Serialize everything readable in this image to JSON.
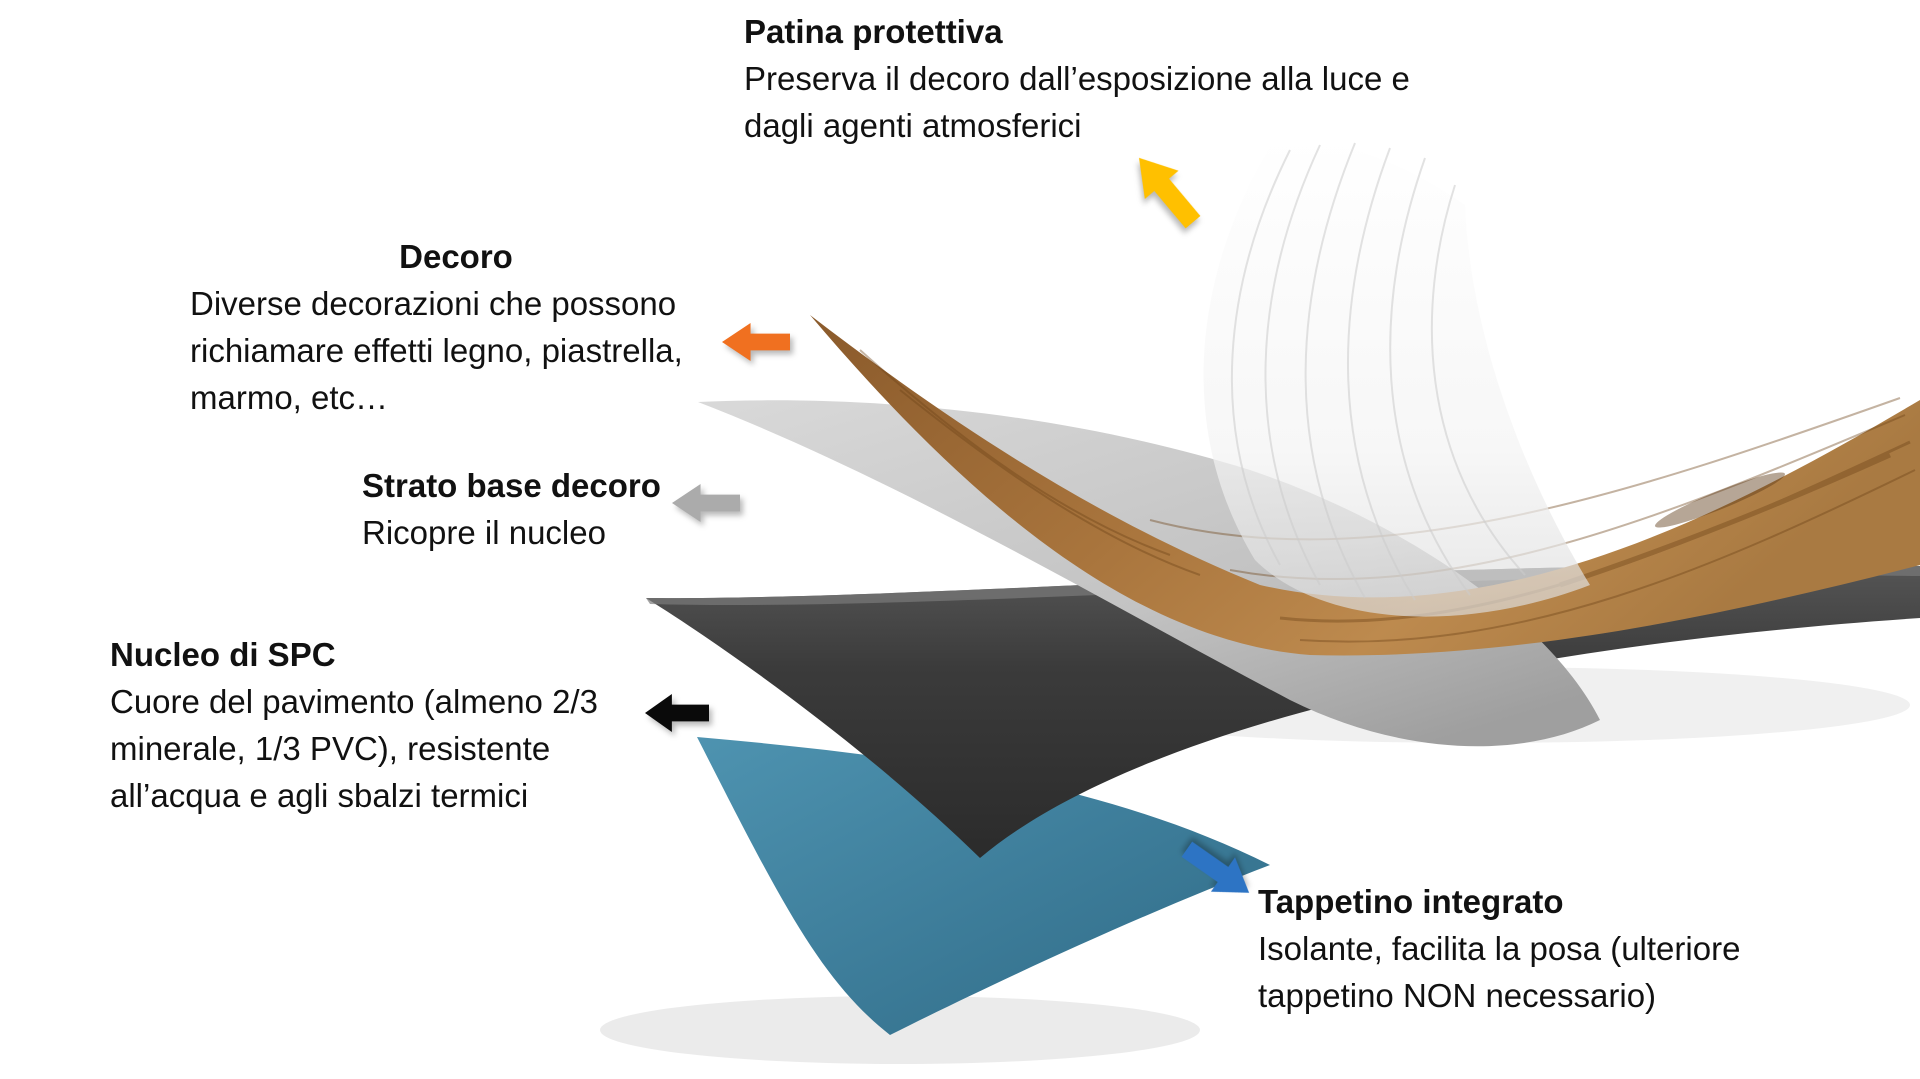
{
  "diagram": {
    "subject": "SPC flooring layer structure",
    "annotations": {
      "patina": {
        "title": "Patina protettiva",
        "line1": "Preserva il decoro dall’esposizione alla luce e",
        "line2": "dagli agenti atmosferici",
        "arrow": {
          "name": "yellow-arrow",
          "color": "#FFC000",
          "direction": "up-left"
        }
      },
      "decoro": {
        "title": "Decoro",
        "line1": "Diverse decorazioni che possono",
        "line2": "richiamare effetti legno, piastrella,",
        "line3": "marmo, etc…",
        "arrow": {
          "name": "orange-arrow",
          "color": "#F07020",
          "direction": "left"
        }
      },
      "strato": {
        "title": "Strato base decoro",
        "line1": "Ricopre il nucleo",
        "arrow": {
          "name": "gray-arrow",
          "color": "#ABABAB",
          "direction": "left"
        }
      },
      "nucleo": {
        "title": "Nucleo di SPC",
        "line1": "Cuore del pavimento (almeno 2/3",
        "line2": "minerale, 1/3 PVC), resistente",
        "line3": "all’acqua e agli sbalzi termici",
        "arrow": {
          "name": "black-arrow",
          "color": "#0A0A0A",
          "direction": "left"
        }
      },
      "tappetino": {
        "title": "Tappetino integrato",
        "line1": "Isolante, facilita la posa (ulteriore",
        "line2": "tappetino NON necessario)",
        "arrow": {
          "name": "blue-arrow",
          "color": "#2D74C4",
          "direction": "down-right"
        }
      }
    },
    "layers": [
      {
        "name": "patina-film",
        "color": "#F2F2F2"
      },
      {
        "name": "decoro-wood",
        "color": "#A8743C"
      },
      {
        "name": "strato-base",
        "color": "#C6C6C6"
      },
      {
        "name": "nucleo-spc",
        "color": "#3B3B3B"
      },
      {
        "name": "tappetino-mat",
        "color": "#3E7E9B"
      }
    ]
  }
}
